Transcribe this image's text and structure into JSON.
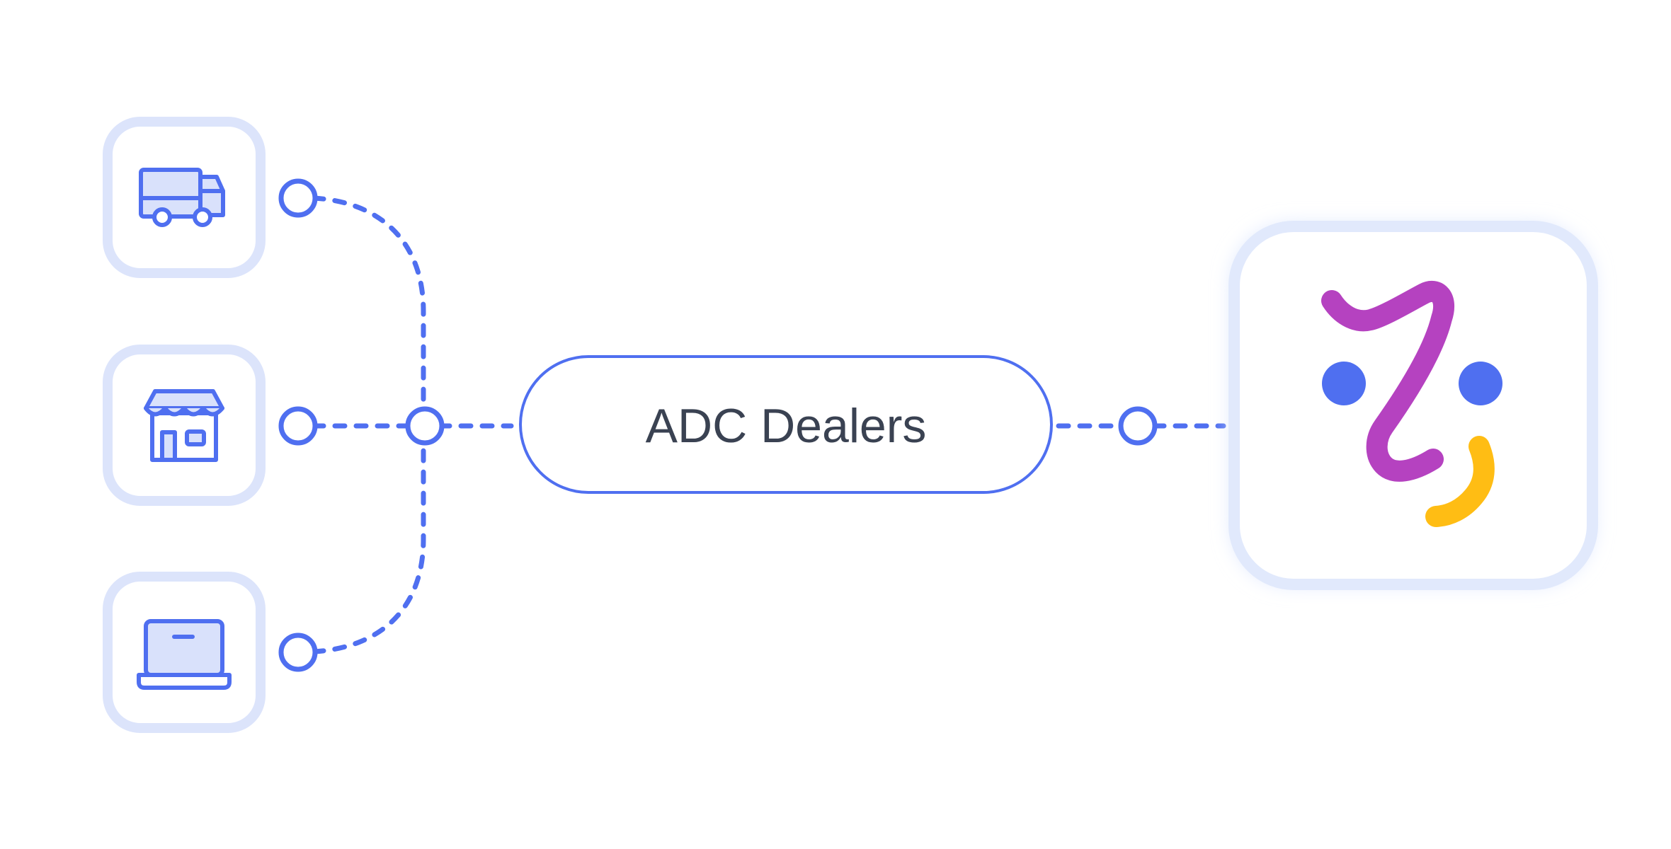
{
  "diagram": {
    "hub": {
      "label": "ADC Dealers"
    },
    "sources": [
      {
        "name": "delivery-truck",
        "icon": "truck-icon"
      },
      {
        "name": "storefront",
        "icon": "store-icon"
      },
      {
        "name": "laptop",
        "icon": "laptop-icon"
      }
    ],
    "destination": {
      "name": "app-logo",
      "icon": "smiley-logo-icon"
    }
  },
  "colors": {
    "accent": "#4f6ff0",
    "icon_fill": "#d9e1fb",
    "card_border": "#dce4fb",
    "text": "#3a4252",
    "logo_purple": "#b542c0",
    "logo_blue": "#4f6ff0",
    "logo_yellow": "#ffbd14"
  }
}
